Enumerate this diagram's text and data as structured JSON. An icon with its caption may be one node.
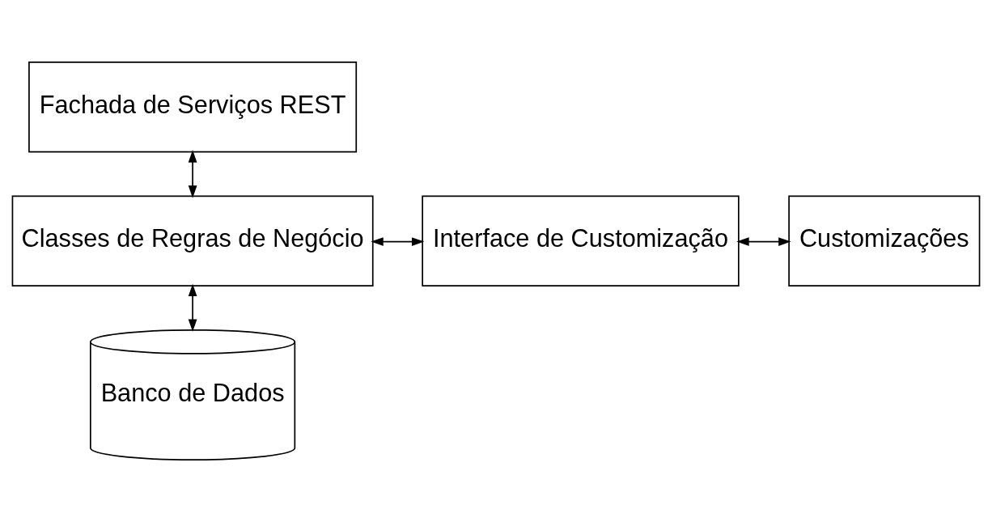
{
  "diagram": {
    "nodes": [
      {
        "text": [
          "Fachada de Serviços REST"
        ]
      },
      {
        "text": [
          "Classes de Regras de Negócio"
        ]
      },
      {
        "text": [
          "Interface de Customização"
        ]
      },
      {
        "text": [
          "Customizações"
        ]
      },
      {
        "text": [
          "Banco de Dados"
        ]
      }
    ],
    "edges": [
      {
        "from": 0,
        "to": 1,
        "arrow": "both"
      },
      {
        "from": 1,
        "to": 2,
        "arrow": "both"
      },
      {
        "from": 2,
        "to": 3,
        "arrow": "both"
      },
      {
        "from": 1,
        "to": 4,
        "arrow": "both"
      }
    ]
  }
}
